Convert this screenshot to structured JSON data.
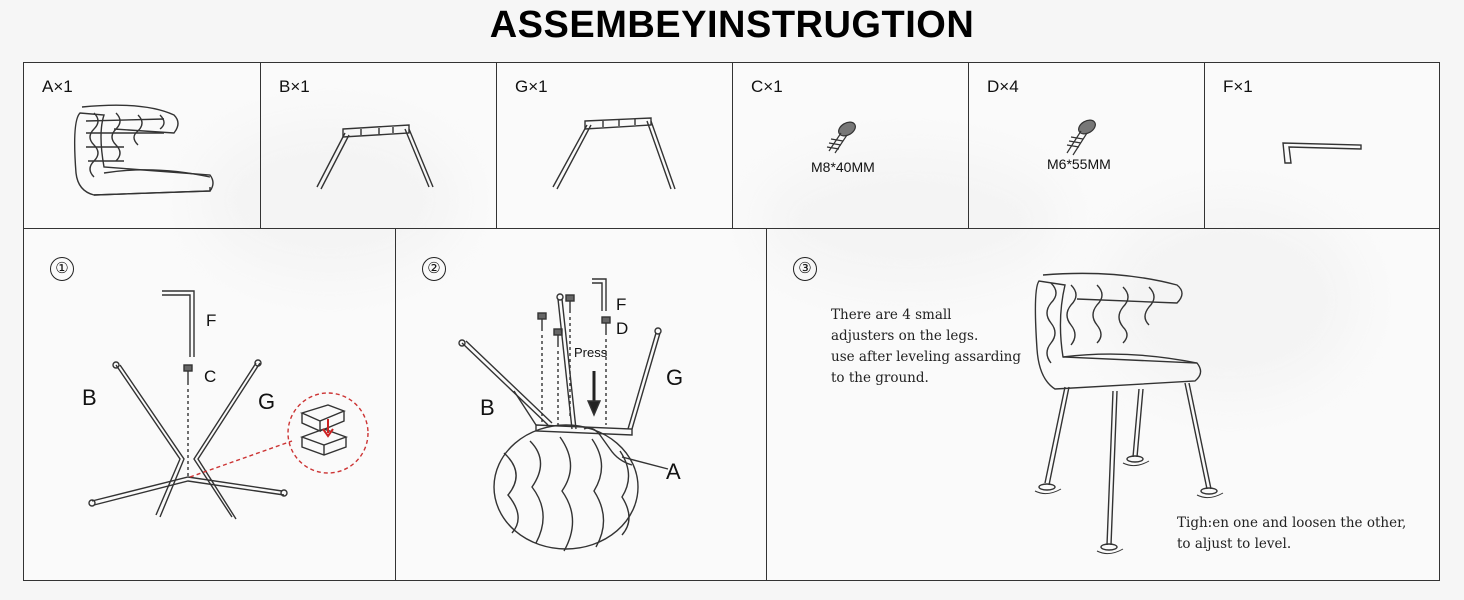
{
  "title": "ASSEMBEYINSTRUGTION",
  "parts": [
    {
      "label": "A×1",
      "icon": "chair-seat-icon"
    },
    {
      "label": "B×1",
      "icon": "leg-frame-b-icon"
    },
    {
      "label": "G×1",
      "icon": "leg-frame-g-icon"
    },
    {
      "label": "C×1",
      "icon": "bolt-icon",
      "caption": "M8*40MM"
    },
    {
      "label": "D×4",
      "icon": "bolt-icon",
      "caption": "M6*55MM"
    },
    {
      "label": "F×1",
      "icon": "allen-key-icon"
    }
  ],
  "steps": [
    {
      "number": "①",
      "labels": {
        "f": "F",
        "c": "C",
        "b": "B",
        "g": "G"
      }
    },
    {
      "number": "②",
      "labels": {
        "f": "F",
        "d": "D",
        "press": "Press",
        "b": "B",
        "g": "G",
        "a": "A"
      }
    },
    {
      "number": "③",
      "note_top": [
        "There are 4 small",
        "adjusters on the legs.",
        "use after leveling assarding",
        "to the ground."
      ],
      "note_bottom": [
        "Tigh:en one and loosen the other,",
        "to aljust to level."
      ]
    }
  ]
}
